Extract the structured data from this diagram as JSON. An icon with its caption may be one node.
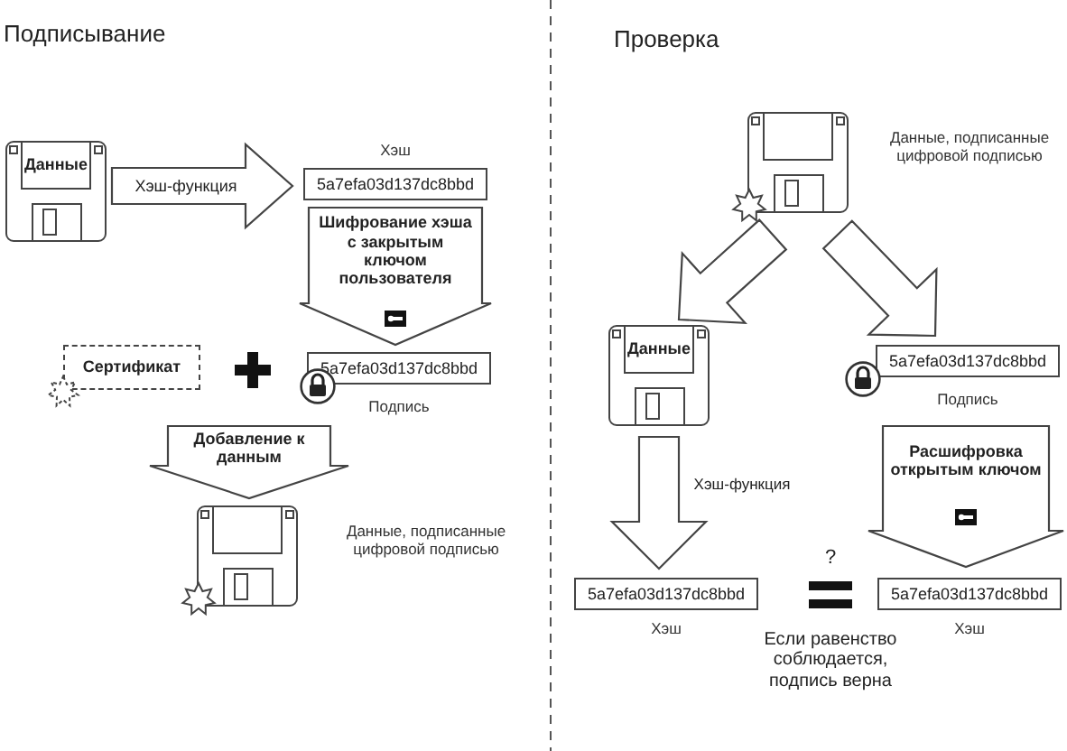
{
  "diagram": {
    "nodes": [
      {
        "text": [
          "Данные"
        ]
      },
      {
        "text": [
          "Хэш",
          "5a7efa03d137dc8bbd"
        ]
      },
      {
        "text": [
          "Сертификат"
        ]
      },
      {
        "text": [
          "5a7efa03d137dc8bbd",
          "Подпись"
        ]
      },
      {
        "text": [],
        "shape": "disk",
        "beside": [
          "Данные, подписанные цифровой подписью"
        ]
      },
      {
        "text": [],
        "shape": "disk",
        "beside": [
          "Данные, подписанные цифровой подписью"
        ]
      },
      {
        "text": [
          "Данные"
        ]
      },
      {
        "text": [
          "5a7efa03d137dc8bbd",
          "Подпись"
        ]
      },
      {
        "text": [
          "5a7efa03d137dc8bbd",
          "Хэш"
        ]
      },
      {
        "text": [
          "5a7efa03d137dc8bbd",
          "Хэш"
        ]
      }
    ],
    "edges": [
      {
        "from": 0,
        "to": 1,
        "arrow": "to",
        "label": "Хэш-функция"
      },
      {
        "from": 1,
        "to": 3,
        "arrow": "to",
        "label": "Шифрование хэша с закрытым ключом пользователя"
      },
      {
        "from": 2,
        "to": 4,
        "arrow": "to",
        "label": "Добавление к данным"
      },
      {
        "from": 3,
        "to": 4,
        "arrow": "to"
      },
      {
        "from": 5,
        "to": 6,
        "arrow": "to"
      },
      {
        "from": 5,
        "to": 7,
        "arrow": "to"
      },
      {
        "from": 6,
        "to": 8,
        "arrow": "to",
        "label": "Хэш-функция"
      },
      {
        "from": 7,
        "to": 9,
        "arrow": "to",
        "label": "Расшифровка открытым ключом"
      }
    ],
    "labels": [
      "Подписывание",
      "Проверка",
      "?",
      "Если равенство соблюдается, подпись верна"
    ]
  }
}
